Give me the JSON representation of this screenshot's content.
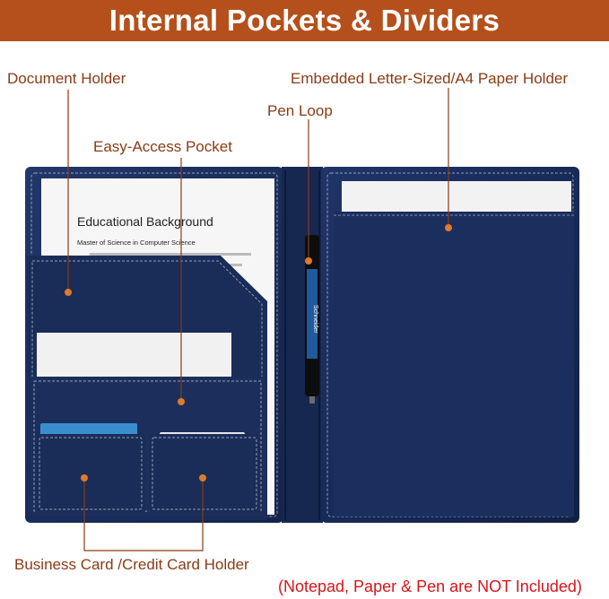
{
  "banner": {
    "title": "Internal Pockets & Dividers",
    "color": "#b5501c"
  },
  "callouts": {
    "document_holder": "Document Holder",
    "easy_access_pocket": "Easy-Access Pocket",
    "pen_loop": "Pen Loop",
    "paper_holder": "Embedded Letter-Sized/A4 Paper Holder",
    "card_holder": "Business Card /Credit Card Holder"
  },
  "footer_note": "(Notepad, Paper & Pen are NOT Included)",
  "document": {
    "heading": "Educational Background",
    "line1": "Master of Science in Computer Science"
  },
  "pen": {
    "brand": "Schneider"
  },
  "colors": {
    "leather": "#1b2d57",
    "callout_line": "#8a3b14",
    "callout_dot": "#e07a2a",
    "note_red": "#d6161b"
  }
}
